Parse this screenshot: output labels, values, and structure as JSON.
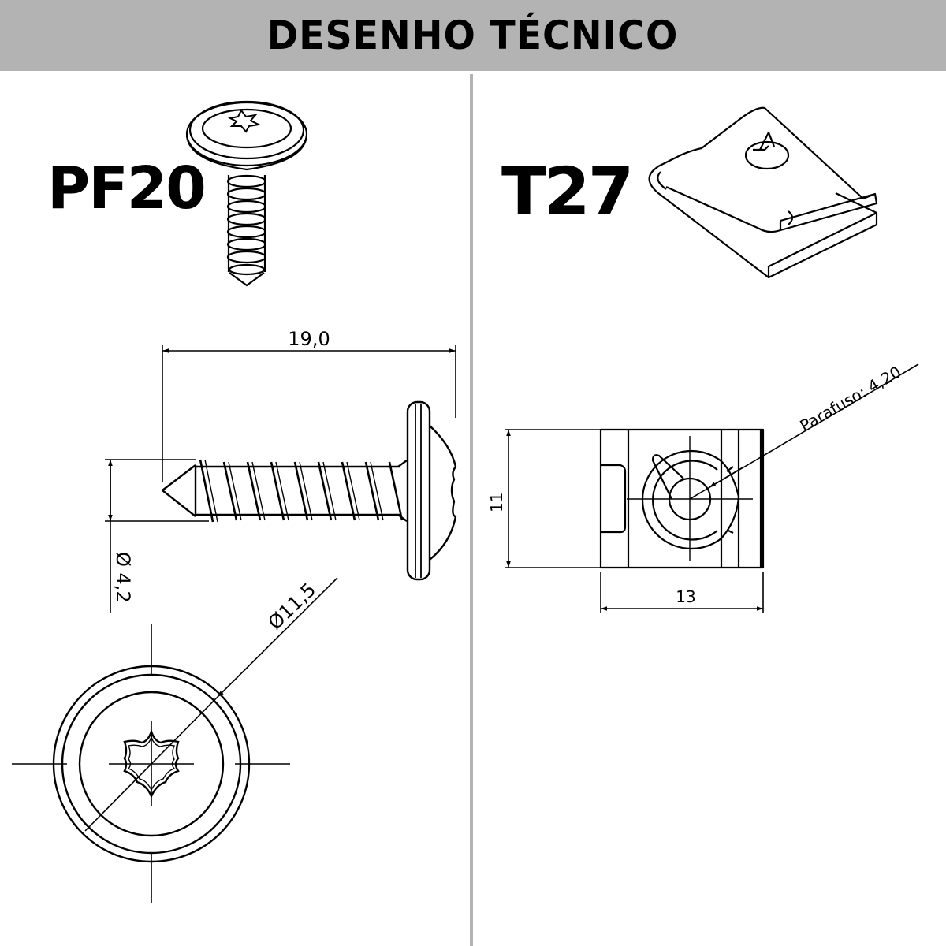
{
  "header": {
    "title": "DESENHO TÉCNICO",
    "background": "#b3b3b3"
  },
  "parts": [
    {
      "label": "PF20",
      "type": "torx-washer-head-screw",
      "dimensions": {
        "length": "19,0",
        "shank_diameter": "Ø 4,2",
        "head_diameter": "Ø11,5"
      }
    },
    {
      "label": "T27",
      "type": "u-clip-speed-nut",
      "dimensions": {
        "height": "11",
        "width": "13",
        "screw_note": "Parafuso: 4,20"
      }
    }
  ],
  "colors": {
    "divider": "#b3b3b3",
    "line": "#000000",
    "background": "#ffffff"
  }
}
